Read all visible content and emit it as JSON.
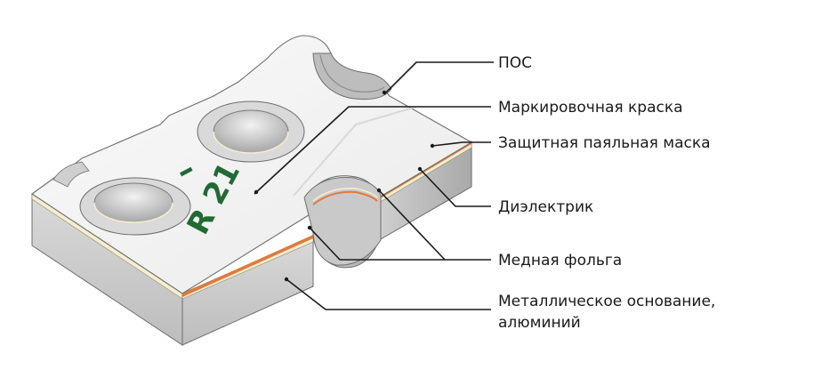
{
  "diagram": {
    "labels": {
      "pos": "ПОС",
      "marking_paint": "Маркировочная краска",
      "solder_mask": "Защитная паяльная маска",
      "dielectric": "Диэлектрик",
      "copper_foil": "Медная фольга",
      "metal_base_line1": "Металлическое основание,",
      "metal_base_line2": "алюминий"
    },
    "marking": {
      "dash": "–",
      "designator": "R 21"
    },
    "colors": {
      "mask_white": "#f4f4f4",
      "metal": "#c8c8c8",
      "dielectric": "#f3eecf",
      "copper": "#e07a3c",
      "solder_tin": "#b5b5b5",
      "marking_green": "#1f6b32"
    }
  }
}
